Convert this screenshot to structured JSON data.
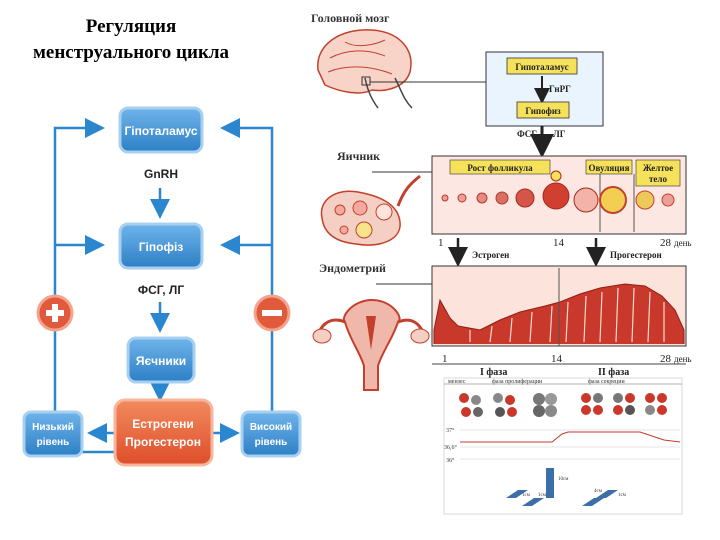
{
  "slide": {
    "title_line1": "Регуляция",
    "title_line2": "менструального цикла"
  },
  "left_flowchart": {
    "hypothalamus": "Гіпоталамус",
    "gnrh": "GnRH",
    "pituitary": "Гіпофіз",
    "fsh_lh": "ФСГ, ЛГ",
    "ovaries": "Яєчники",
    "hormones_line1": "Естрогени",
    "hormones_line2": "Прогестерон",
    "low_line1": "Низький",
    "low_line2": "рівень",
    "high_line1": "Високий",
    "high_line2": "рівень",
    "colors": {
      "box_blue": "#3a8fd4",
      "box_orange": "#e8603a",
      "arrow": "#2a86cf",
      "plus_minus": "#e15a3c"
    }
  },
  "right_diagram": {
    "brain": "Головной мозг",
    "hypothalamus": "Гипоталамус",
    "gnrh": "ГнРГ",
    "pituitary": "Гипофиз",
    "fsh": "ФСГ",
    "lh": "ЛГ",
    "ovary": "Яичник",
    "follicle_growth": "Рост фолликула",
    "ovulation": "Овуляция",
    "corpus_luteum_line1": "Желтое",
    "corpus_luteum_line2": "тело",
    "day_1": "1",
    "day_14": "14",
    "day_28": "28",
    "day_unit": "день",
    "estrogen": "Эстроген",
    "progesterone": "Прогестерон",
    "endometrium": "Эндометрий",
    "phase_1": "I фаза",
    "phase_2": "II фаза",
    "menses": "мензес",
    "proliferation": "фаза пролиферации",
    "secretion": "фаза секреции",
    "temp_37": "37°",
    "temp_366": "36,6°",
    "temp_36": "36°",
    "cm_10": "10см",
    "cm_1": "1см",
    "cm_1b": "1см",
    "cm_4": "4см",
    "cm_1c": "1см"
  }
}
